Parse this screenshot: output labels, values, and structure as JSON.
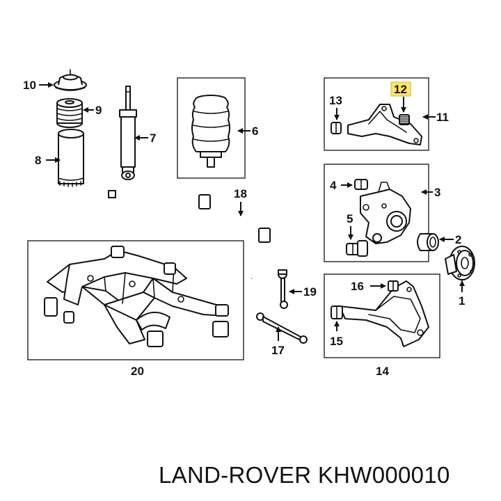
{
  "highlight": {
    "fill": "#ffe46b",
    "stroke": "#d4b531"
  },
  "callouts": {
    "c1": "1",
    "c2": "2",
    "c3": "3",
    "c4": "4",
    "c5": "5",
    "c6": "6",
    "c7": "7",
    "c8": "8",
    "c9": "9",
    "c10": "10",
    "c11": "11",
    "c12": "12",
    "c13": "13",
    "c14": "14",
    "c15": "15",
    "c16": "16",
    "c17": "17",
    "c18": "18",
    "c19": "19",
    "c20": "20"
  },
  "caption": "LAND-ROVER KHW000010"
}
